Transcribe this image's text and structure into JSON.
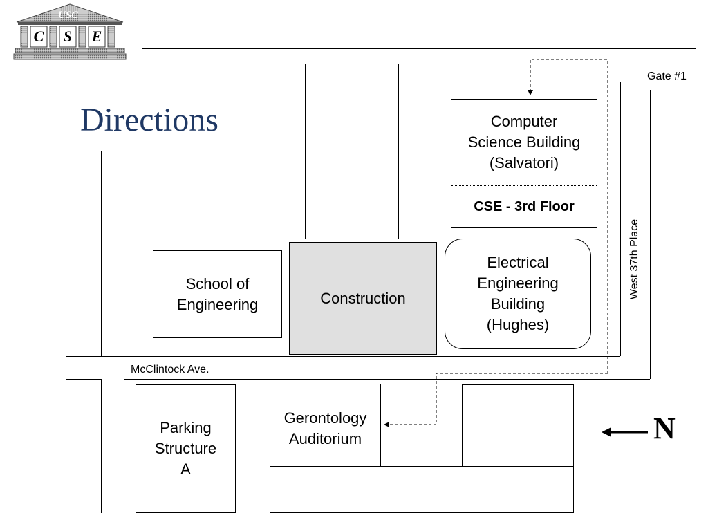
{
  "logo": {
    "arch_text": "USC",
    "letters": [
      "C",
      "S",
      "E"
    ]
  },
  "slide": {
    "title": "Directions"
  },
  "buildings": {
    "cs_building": {
      "name": "Computer\nScience Building\n(Salvatori)",
      "floor": "CSE - 3rd Floor"
    },
    "ee_building": "Electrical\nEngineering\nBuilding\n(Hughes)",
    "school_of_engineering": "School of\nEngineering",
    "construction": "Construction",
    "gerontology": "Gerontology\nAuditorium",
    "parking": "Parking\nStructure\nA"
  },
  "streets": {
    "mcclintock": "McClintock Ave.",
    "west37th": "West 37th Place"
  },
  "gate": "Gate #1",
  "compass": {
    "letter": "N"
  },
  "colors": {
    "title": "#1f3864",
    "construction_fill": "#e0e0e0",
    "logo_gray": "#9a9a9a"
  }
}
